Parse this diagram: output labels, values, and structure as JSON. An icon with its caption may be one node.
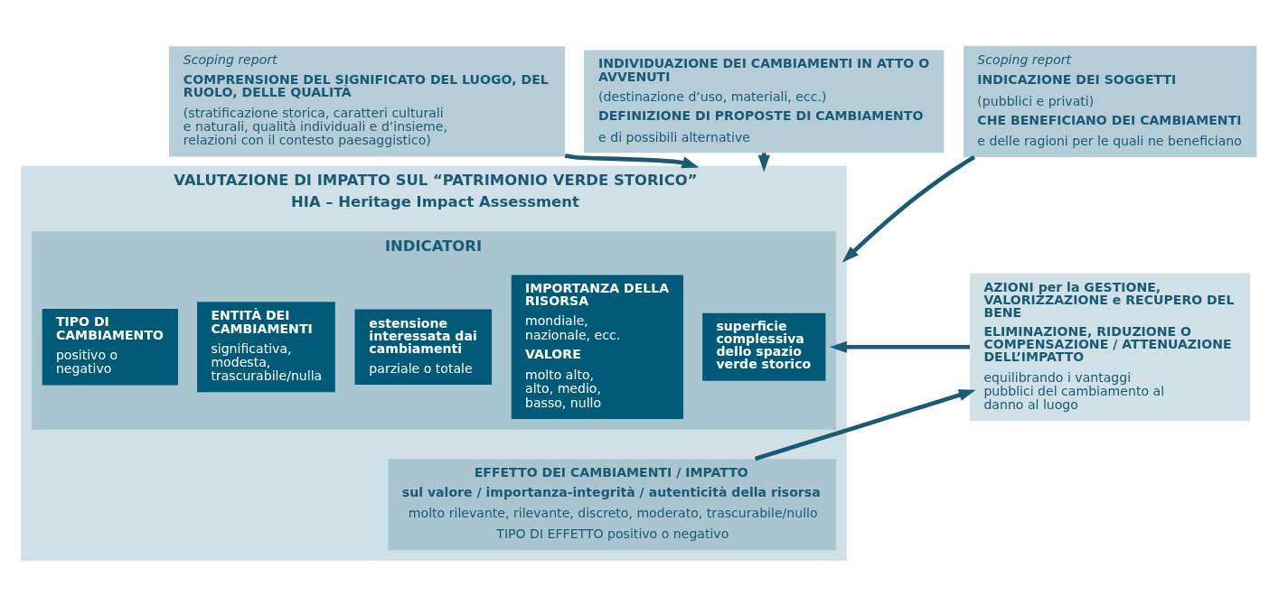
{
  "diagram": {
    "nodes": [
      {
        "text": [
          "Scoping report",
          "COMPRENSIONE DEL SIGNIFICATO DEL LUOGO, DEL RUOLO, DELLE QUALITÀ",
          "(stratificazione storica, caratteri culturali e naturali, qualità individuali e d’insieme, relazioni con il contesto paesaggistico)"
        ]
      },
      {
        "text": [
          "INDIVIDUAZIONE DEI CAMBIAMENTI IN ATTO O AVVENUTI",
          "(destinazione d’uso, materiali, ecc.)",
          "DEFINIZIONE DI PROPOSTE DI CAMBIAMENTO",
          "e di possibili alternative"
        ]
      },
      {
        "text": [
          "Scoping report",
          "INDICAZIONE DEI SOGGETTI",
          "(pubblici e privati)",
          "CHE BENEFICIANO DEI CAMBIAMENTI",
          "e delle ragioni per le quali ne beneficiano"
        ]
      },
      {
        "text": [
          "VALUTAZIONE DI IMPATTO SUL “PATRIMONIO VERDE STORICO”",
          "HIA – Heritage Impact Assessment"
        ]
      },
      {
        "text": [
          "INDICATORI"
        ],
        "in": 3
      },
      {
        "text": [
          "superficie complessiva dello spazio verde storico"
        ],
        "in": 4
      },
      {
        "text": [
          "IMPORTANZA DELLA RISORSA",
          "mondiale, nazionale, ecc.",
          "VALORE",
          "molto alto, alto, medio, basso, nullo"
        ],
        "in": 4
      },
      {
        "text": [
          "estensione interessata dai cambiamenti",
          "parziale o totale"
        ],
        "in": 4
      },
      {
        "text": [
          "ENTITÀ DEI CAMBIAMENTI",
          "significativa, modesta, trascurabile/nulla"
        ],
        "in": 4
      },
      {
        "text": [
          "TIPO DI CAMBIAMENTO",
          "positivo o negativo"
        ],
        "in": 4
      },
      {
        "text": [
          "EFFETTO DEI CAMBIAMENTI / IMPATTO",
          "sul valore / importanza-integrità / autenticità della risorsa",
          "molto rilevante, rilevante, discreto, moderato, trascurabile/nullo",
          "TIPO DI EFFETTO positivo o negativo"
        ],
        "in": 3
      },
      {
        "text": [
          "AZIONI per la GESTIONE, VALORIZZAZIONE e RECUPERO DEL BENE",
          "ELIMINAZIONE, RIDUZIONE O COMPENSAZIONE / ATTENUAZIONE DELL’IMPATTO",
          "equilibrando i vantaggi pubblici del cambiamento al danno al luogo"
        ]
      }
    ],
    "edges": [
      {
        "from": 0,
        "to": 3,
        "arrow": "to"
      },
      {
        "from": 1,
        "to": 3,
        "arrow": "to"
      },
      {
        "from": 2,
        "to": 3,
        "arrow": "to"
      },
      {
        "from": 11,
        "to": 4,
        "arrow": "to"
      },
      {
        "from": 10,
        "to": 11,
        "arrow": "to"
      }
    ]
  }
}
